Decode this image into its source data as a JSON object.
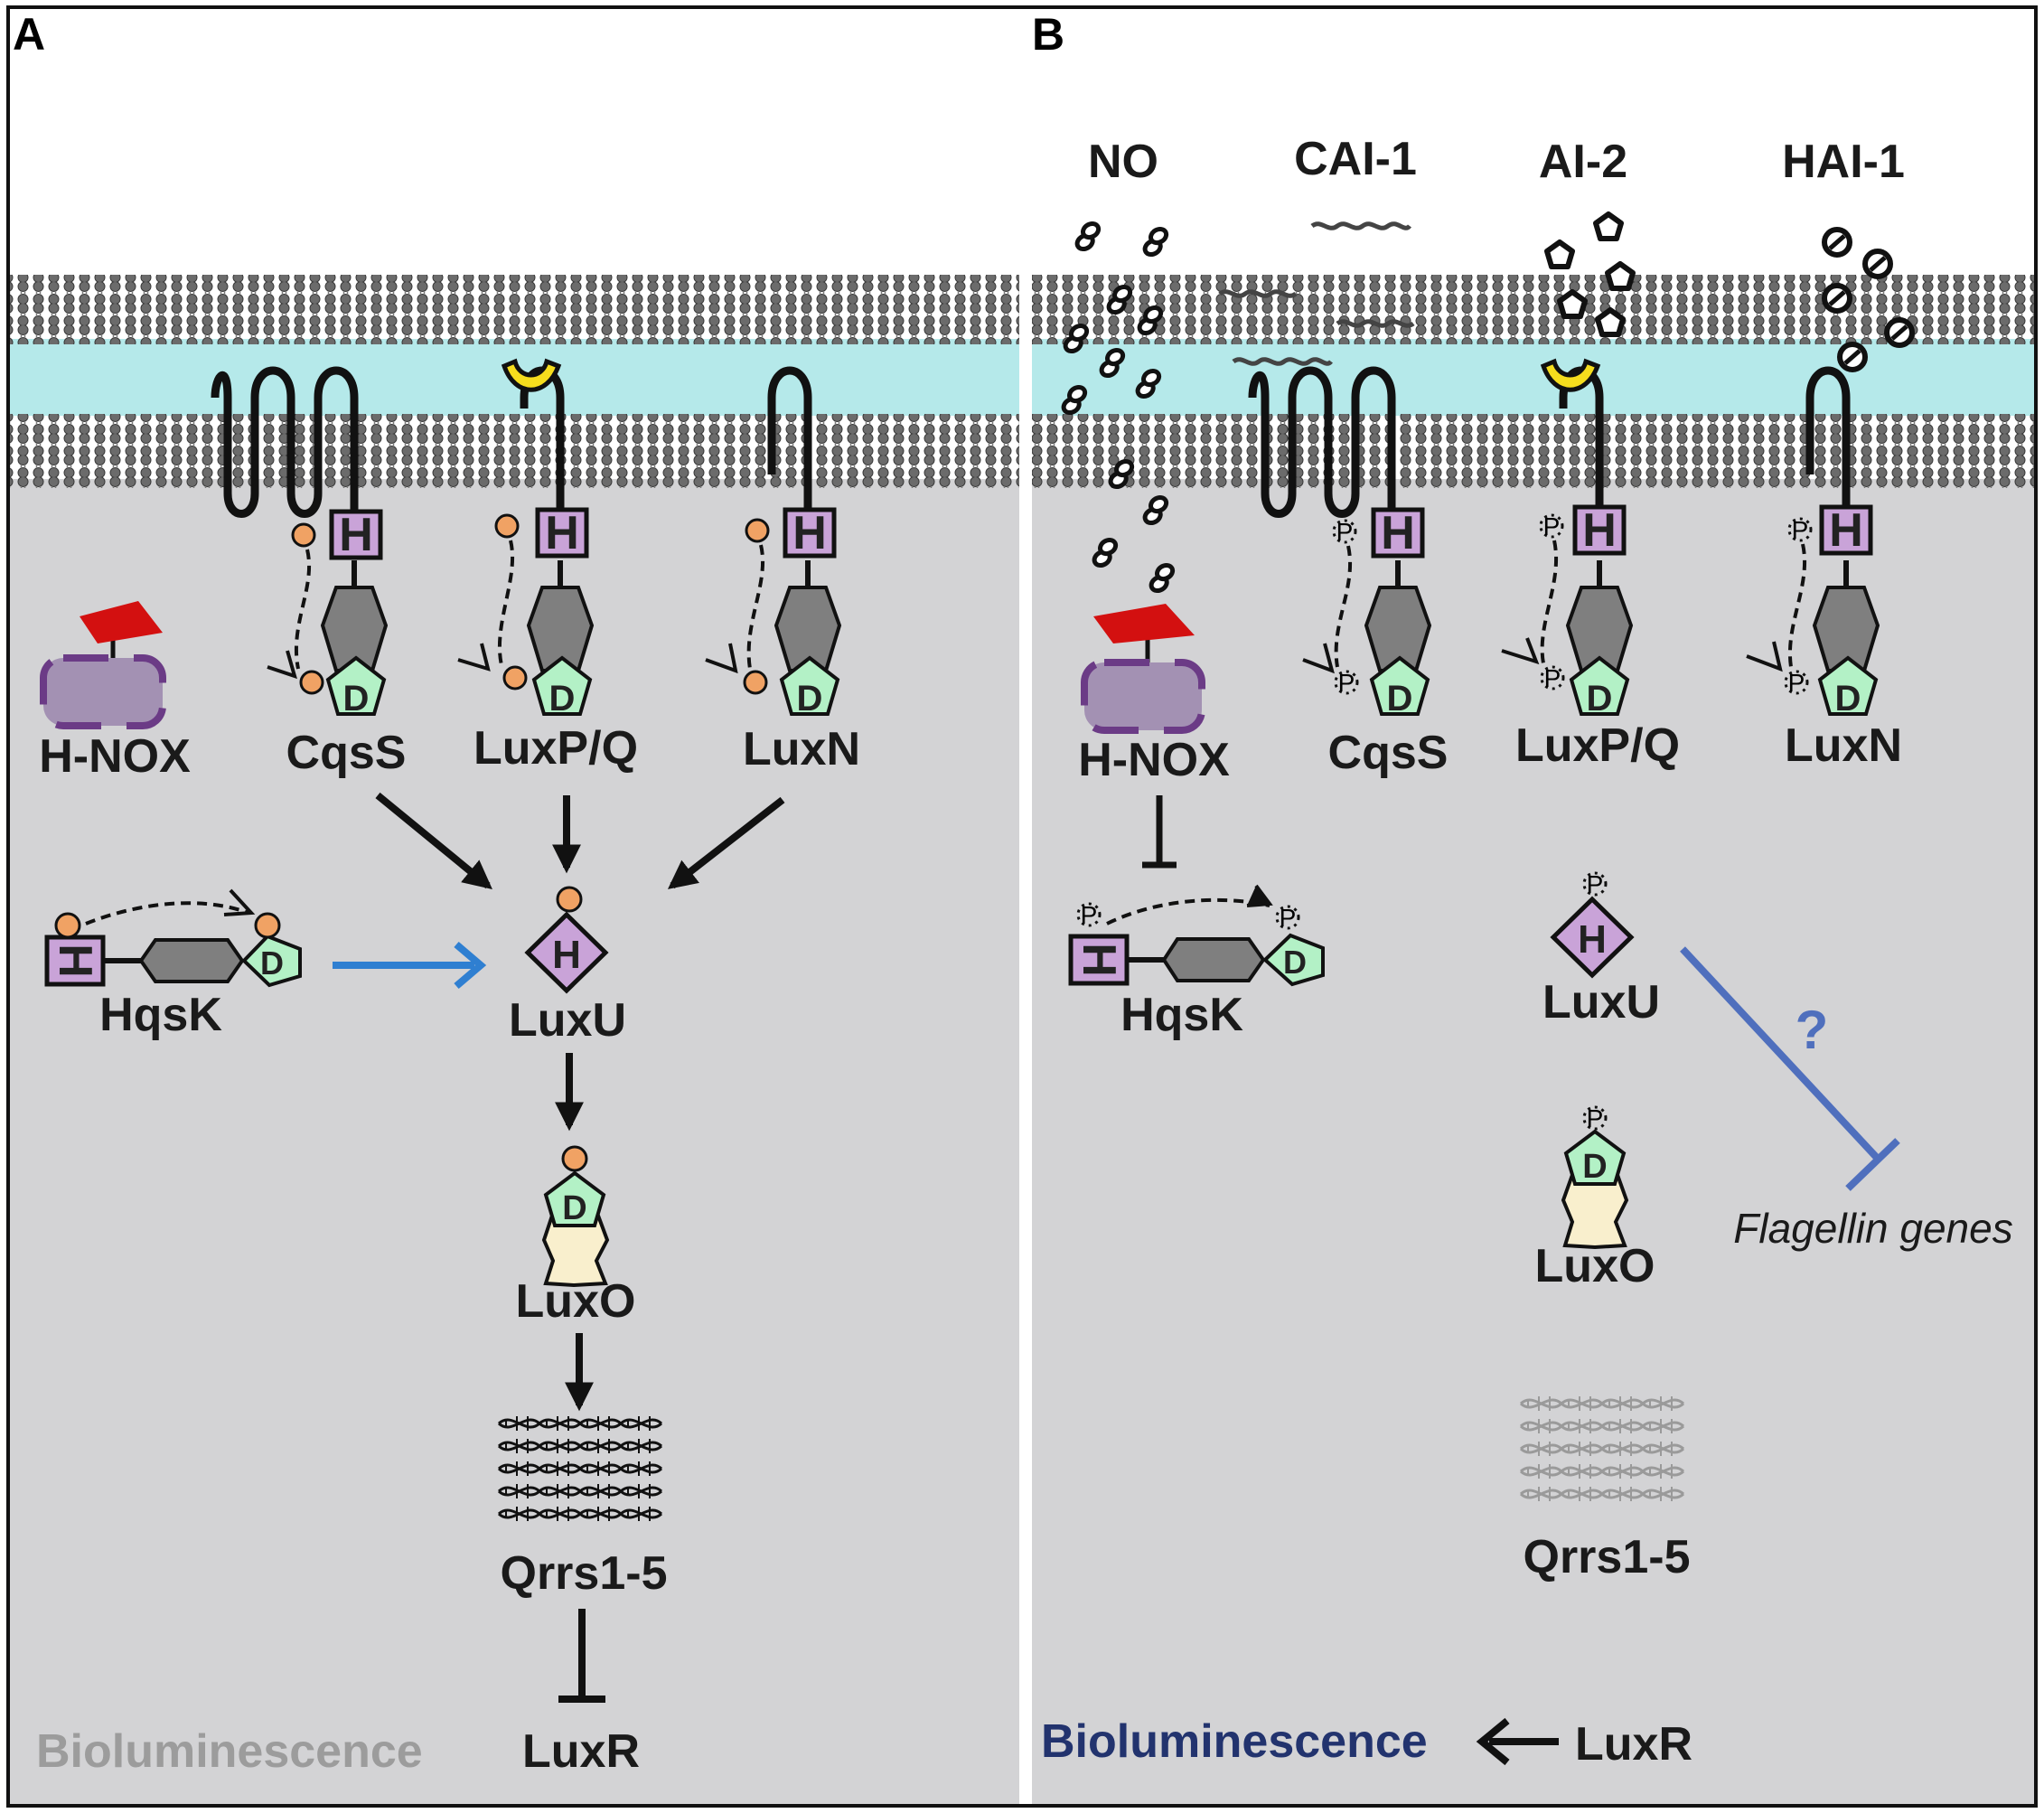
{
  "panels": {
    "a": {
      "letter": "A",
      "labels": {
        "hnox": "H-NOX",
        "cqss": "CqsS",
        "luxpq": "LuxP/Q",
        "luxn": "LuxN",
        "hqsk": "HqsK",
        "luxu": "LuxU",
        "luxo": "LuxO",
        "qrrs": "Qrrs1-5",
        "luxr": "LuxR",
        "biolum": "Bioluminescence"
      },
      "bioluminescence_color": "#9c9c9c"
    },
    "b": {
      "letter": "B",
      "molecules": [
        "NO",
        "CAI-1",
        "AI-2",
        "HAI-1"
      ],
      "labels": {
        "hnox": "H-NOX",
        "cqss": "CqsS",
        "luxpq": "LuxP/Q",
        "luxn": "LuxN",
        "hqsk": "HqsK",
        "luxu": "LuxU",
        "luxo": "LuxO",
        "qrrs": "Qrrs1-5",
        "luxr": "LuxR",
        "biolum": "Bioluminescence",
        "question": "?",
        "flagellin": "Flagellin genes"
      },
      "bioluminescence_color": "#22336e"
    }
  },
  "domain_letters": {
    "histidine": "H",
    "aspartate": "D",
    "phosphate": "P"
  },
  "colors": {
    "cytoplasm": "#d3d3d5",
    "periplasm": "#b5e9ea",
    "histidine_box": "#c9a3d8",
    "receiver_domain": "#b3f1c6",
    "phosphate": "#f0a264",
    "heme": "#d31010",
    "hnox_body": "#a391b3",
    "hnox_border": "#6b3b86",
    "ai2_binding": "#f6dd1d",
    "luxo_body": "#f9efcd",
    "kinase_core": "#7f7f7f",
    "blue_arrow": "#2f7fd1",
    "flagellin_inhibition": "#4f6fbd"
  }
}
